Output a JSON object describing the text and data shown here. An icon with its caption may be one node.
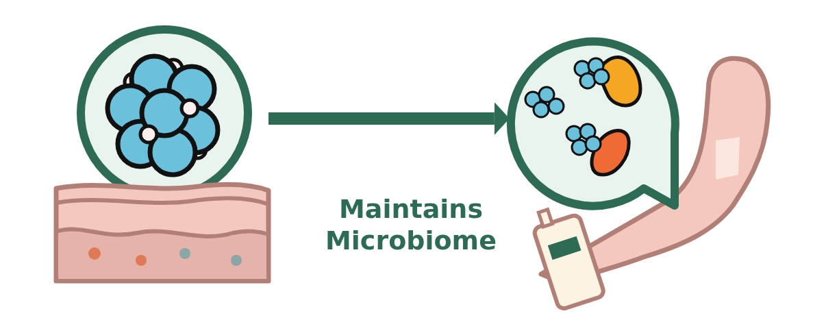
{
  "diagram": {
    "nodes": [
      {
        "text": [],
        "shape": "picture"
      },
      {
        "text": [],
        "shape": "picture"
      }
    ],
    "edges": [
      {
        "from": 0,
        "to": 1,
        "arrow": "to"
      }
    ],
    "labels": [
      "Maintains Microbiome"
    ]
  }
}
